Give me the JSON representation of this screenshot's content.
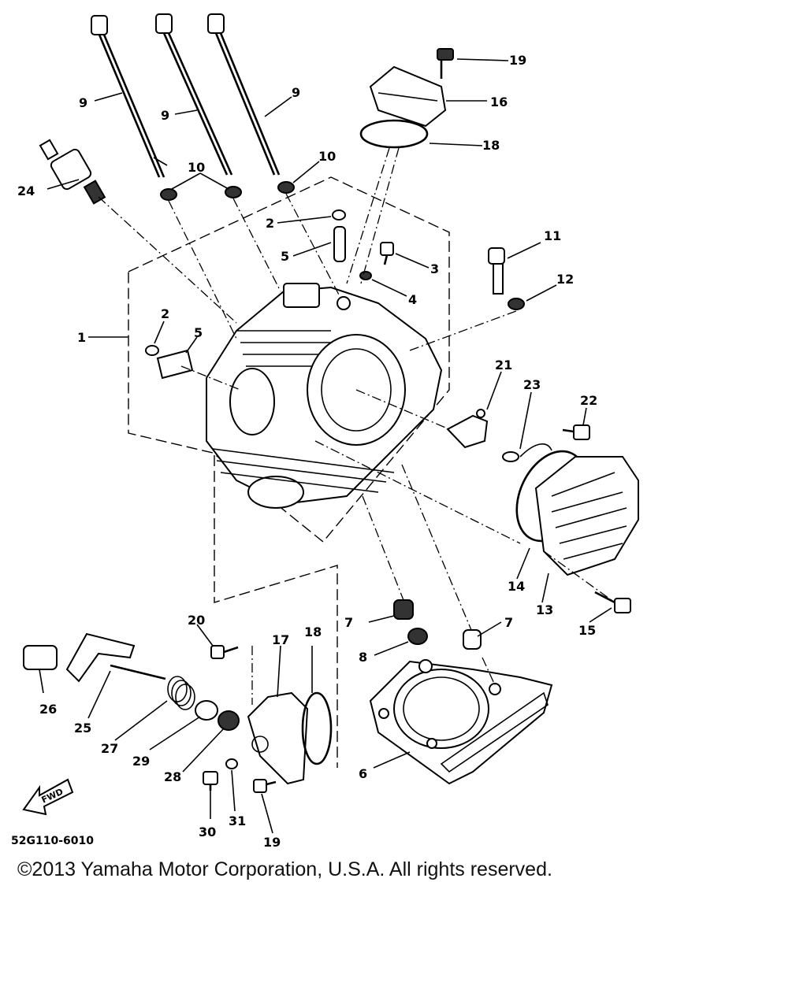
{
  "diagram": {
    "labels": {
      "l1": "1",
      "l2a": "2",
      "l2b": "2",
      "l3": "3",
      "l4": "4",
      "l5a": "5",
      "l5b": "5",
      "l6": "6",
      "l7a": "7",
      "l7b": "7",
      "l8": "8",
      "l9a": "9",
      "l9b": "9",
      "l9c": "9",
      "l10a": "10",
      "l10b": "10",
      "l11": "11",
      "l12": "12",
      "l13": "13",
      "l14": "14",
      "l15": "15",
      "l16": "16",
      "l17": "17",
      "l18a": "18",
      "l18b": "18",
      "l19a": "19",
      "l19b": "19",
      "l20": "20",
      "l21": "21",
      "l22": "22",
      "l23": "23",
      "l24": "24",
      "l25": "25",
      "l26": "26",
      "l27": "27",
      "l28": "28",
      "l29": "29",
      "l30": "30",
      "l31": "31"
    },
    "fwd_label": "FWD",
    "diagram_code": "52G110-6010"
  },
  "footer": {
    "copyright": "©2013 Yamaha Motor Corporation, U.S.A. All rights reserved."
  }
}
